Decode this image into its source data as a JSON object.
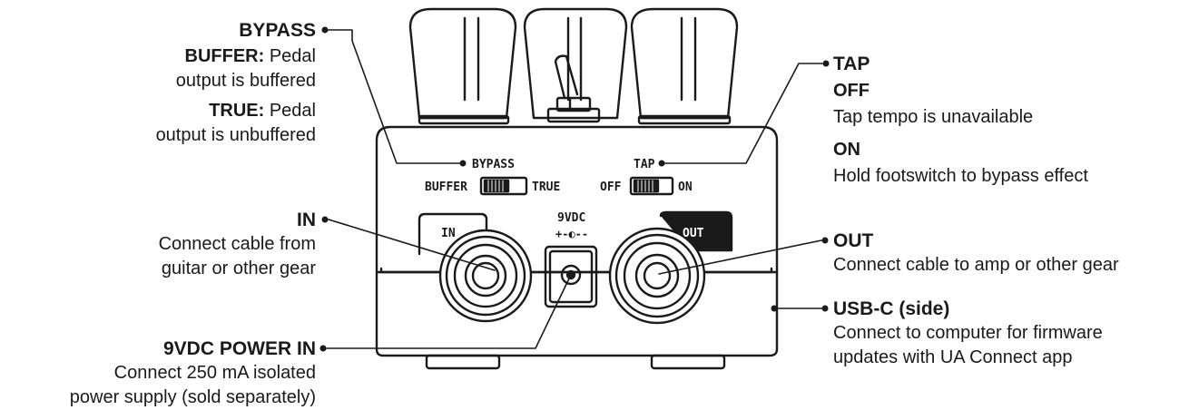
{
  "callouts": {
    "bypass": {
      "title": "BYPASS",
      "buffer_key": "BUFFER:",
      "buffer_line1": "Pedal",
      "buffer_line2": "output is buffered",
      "true_key": "TRUE:",
      "true_line1": "Pedal",
      "true_line2": "output is unbuffered"
    },
    "in": {
      "title": "IN",
      "line1": "Connect cable from",
      "line2": "guitar or other gear"
    },
    "power": {
      "title": "9VDC POWER IN",
      "line1": "Connect 250 mA isolated",
      "line2": "power supply (sold separately)"
    },
    "tap": {
      "title": "TAP",
      "off_key": "OFF",
      "off_text": "Tap tempo is unavailable",
      "on_key": "ON",
      "on_text": "Hold footswitch to bypass effect"
    },
    "out": {
      "title": "OUT",
      "line1": "Connect cable to amp or other gear"
    },
    "usb": {
      "title": "USB-C (side)",
      "line1": "Connect to computer for firmware",
      "line2": "updates with UA Connect app"
    }
  },
  "pedal": {
    "bypass_label": "BYPASS",
    "buffer_label": "BUFFER",
    "true_label": "TRUE",
    "tap_label": "TAP",
    "off_label": "OFF",
    "on_label": "ON",
    "in_label": "IN",
    "out_label": "OUT",
    "power_label": "9VDC",
    "polarity_label": "+-◐--"
  }
}
